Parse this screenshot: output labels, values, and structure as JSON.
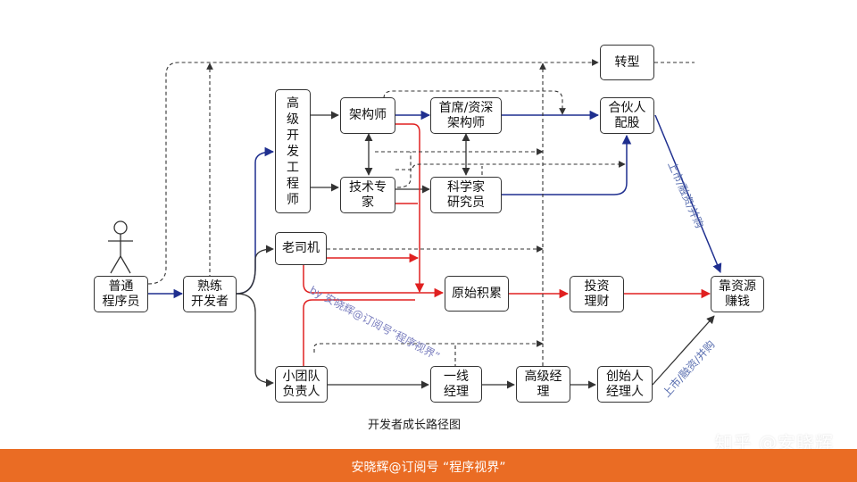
{
  "nodes": {
    "putong": [
      "普通",
      "程序员"
    ],
    "shulian": [
      "熟练",
      "开发者"
    ],
    "gaoji": [
      "高",
      "级",
      "开",
      "发",
      "工",
      "程",
      "师"
    ],
    "jiagou": [
      "架构师"
    ],
    "shouxi": [
      "首席/资深",
      "架构师"
    ],
    "hehuo": [
      "合伙人",
      "配股"
    ],
    "zhuanxing": [
      "转型"
    ],
    "jishu": [
      "技术专",
      "家"
    ],
    "kexuejia": [
      "科学家",
      "研究员"
    ],
    "laosiji": [
      "老司机"
    ],
    "yuanshi": [
      "原始积累"
    ],
    "touzi": [
      "投资",
      "理财"
    ],
    "kaozi": [
      "靠资源",
      "赚钱"
    ],
    "xiaotuandui": [
      "小团队",
      "负责人"
    ],
    "yixian": [
      "一线",
      "经理"
    ],
    "gaojijingli": [
      "高级经",
      "理"
    ],
    "chuangshi": [
      "创始人",
      "经理人"
    ]
  },
  "caption": "开发者成长路径图",
  "edge_label": "上市/融资/并购",
  "watermark_diagram": "by 安晓辉@订阅号“程序视界”",
  "footer": "安晓辉@订阅号 “程序视界”",
  "platform_watermark": "知乎 @安晓辉",
  "colors": {
    "navy": "#1f2f8f",
    "red": "#e02020",
    "dashed": "#333333",
    "footer": "#ea6c24"
  }
}
